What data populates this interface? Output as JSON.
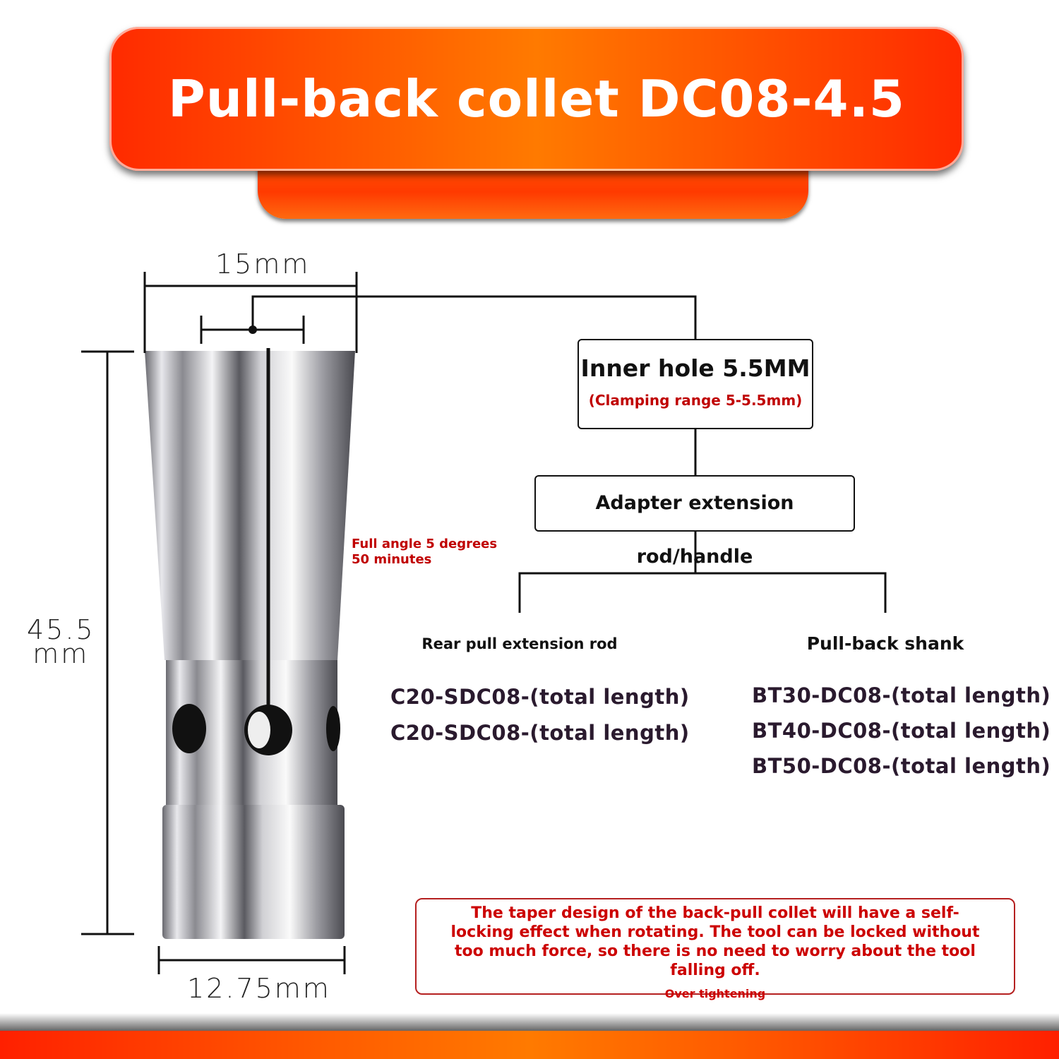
{
  "title": "Pull-back collet DC08-4.5",
  "dimensions": {
    "top_width": "15mm",
    "length_value": "45.5",
    "length_unit": "mm",
    "bottom_width": "12.75mm",
    "angle_line1": "Full angle 5 degrees",
    "angle_line2": "50 minutes"
  },
  "inner_hole": {
    "title": "Inner hole 5.5MM",
    "subtitle": "(Clamping range 5-5.5mm)"
  },
  "adapter": {
    "label": "Adapter extension rod/handle"
  },
  "branches": [
    {
      "heading": "Rear pull extension rod",
      "models": [
        "C20-SDC08-(total length)",
        "C20-SDC08-(total length)"
      ]
    },
    {
      "heading": "Pull-back shank",
      "models": [
        "BT30-DC08-(total length)",
        "BT40-DC08-(total length)",
        "BT50-DC08-(total length)"
      ]
    }
  ],
  "note": {
    "text": "The taper design of the back-pull collet will have a self-locking effect when rotating. The tool can be locked without too much force, so there is no need to worry about the tool falling off.",
    "footer": "Over tightening"
  },
  "colors": {
    "accent_orange": "#ff7a00",
    "accent_red": "#ff2a00",
    "note_red": "#cc0000"
  }
}
